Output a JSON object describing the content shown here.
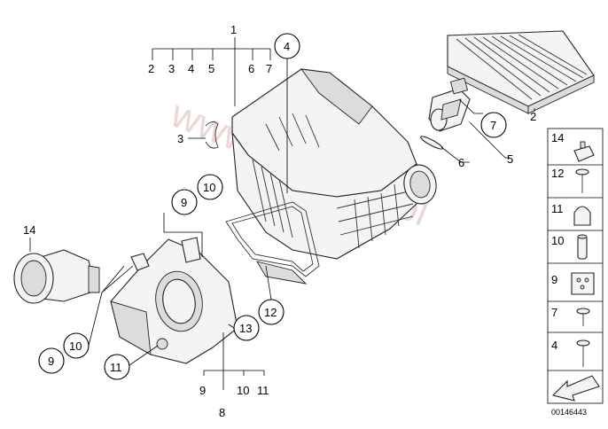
{
  "labels": {
    "n1": "1",
    "n2": "2",
    "n3": "3",
    "n4": "4",
    "n5": "5",
    "n6": "6",
    "n7": "7",
    "n8": "8",
    "n9": "9",
    "n10": "10",
    "n11": "11",
    "n12": "12",
    "n13": "13",
    "n14": "14"
  },
  "watermark": "www.bmwpre.pl",
  "panel_numbers": [
    "14",
    "12",
    "11",
    "10",
    "9",
    "7",
    "4"
  ],
  "doc_id": "00146443"
}
